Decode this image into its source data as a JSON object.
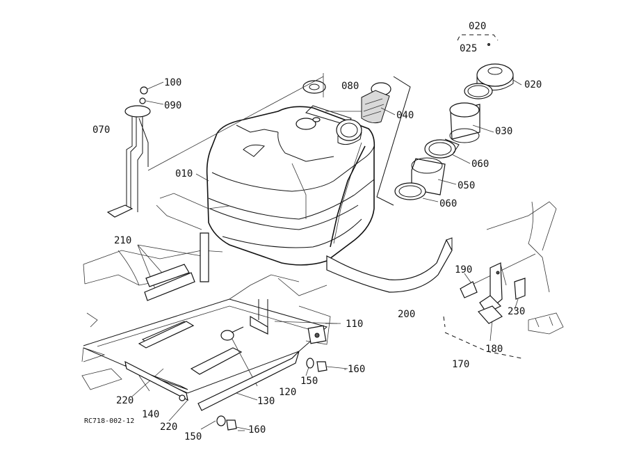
{
  "labels": {
    "p020_top": "020",
    "p025": "025",
    "p100": "100",
    "p090": "090",
    "p070": "070",
    "p080": "080",
    "p040": "040",
    "p020": "020",
    "p030": "030",
    "p060_upper": "060",
    "p050": "050",
    "p060_lower": "060",
    "p010": "010",
    "p210": "210",
    "p190": "190",
    "p200": "200",
    "p230": "230",
    "p110": "110",
    "p180": "180",
    "p170": "170",
    "p160_upper": "160",
    "p150_upper": "150",
    "p120": "120",
    "p220_left": "220",
    "p140": "140",
    "p130": "130",
    "p220_bottom": "220",
    "p150_lower": "150",
    "p160_lower": "160",
    "figure_code": "RC718-002-12"
  }
}
